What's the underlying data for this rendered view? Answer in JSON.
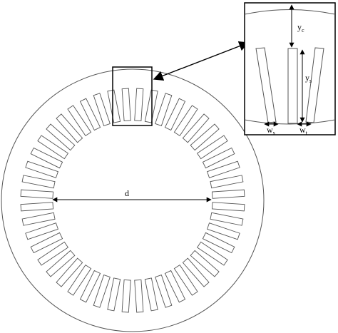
{
  "labels": {
    "diameter": "d",
    "yoke": {
      "main": "y",
      "sub": "c"
    },
    "slot_depth": {
      "main": "y",
      "sub": "s"
    },
    "slot_width": {
      "main": "w",
      "sub": "s"
    },
    "tooth_width": {
      "main": "w",
      "sub": "t"
    }
  },
  "stator": {
    "slot_count": 48
  },
  "colors": {
    "stroke": "#000000",
    "outline": "#555555",
    "background": "#ffffff"
  }
}
